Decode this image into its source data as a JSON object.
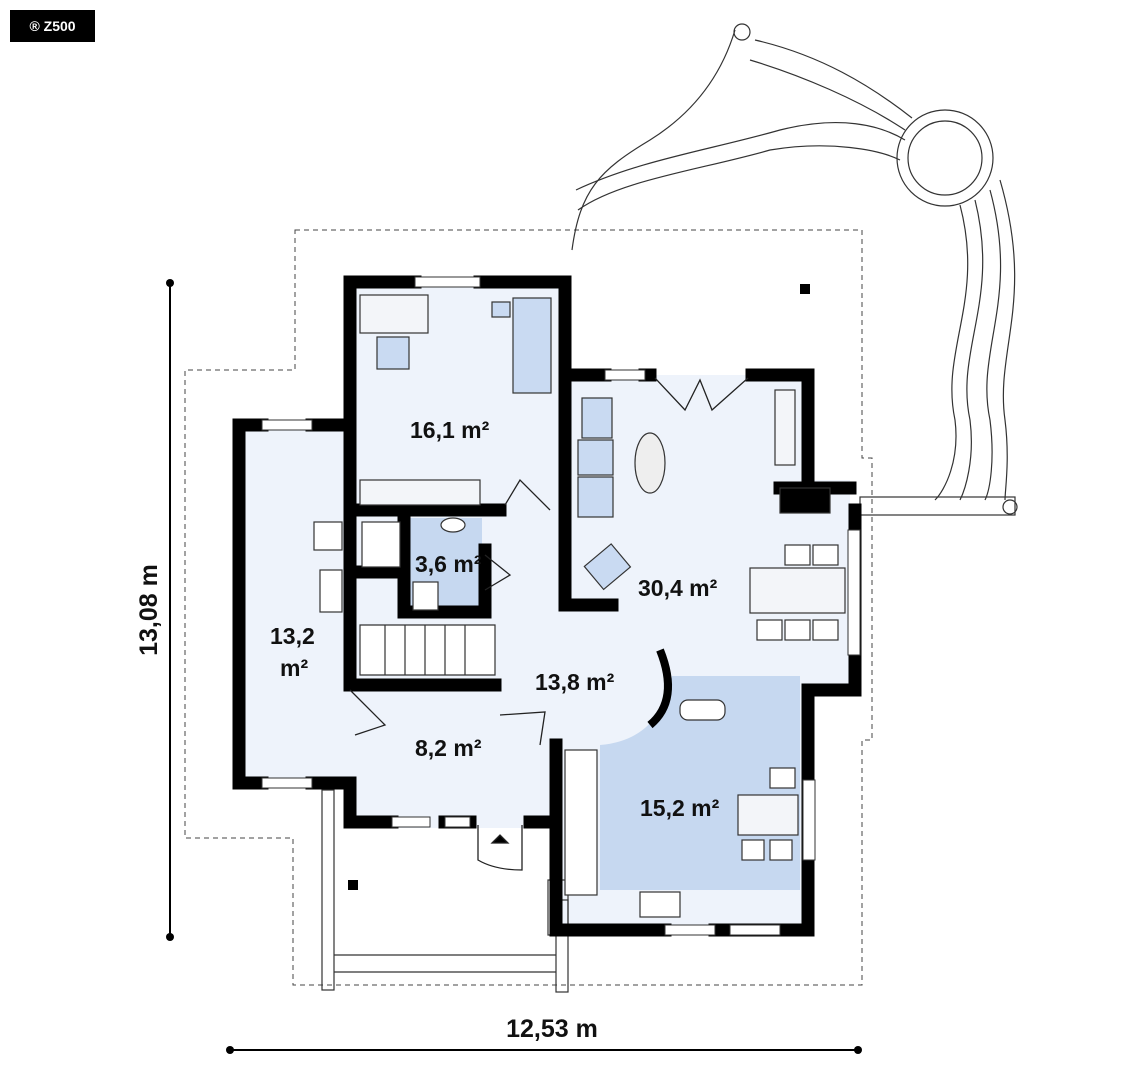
{
  "logo": {
    "text": "® Z500"
  },
  "dimensions": {
    "height": "13,08 m",
    "width": "12,53 m"
  },
  "rooms": [
    {
      "id": "bedroom",
      "area": "16,1",
      "unit": "m²"
    },
    {
      "id": "bathroom",
      "area": "3,6",
      "unit": "m²"
    },
    {
      "id": "living",
      "area": "30,4",
      "unit": "m²"
    },
    {
      "id": "utility",
      "area": "13,2",
      "unit": "m²"
    },
    {
      "id": "hall",
      "area": "13,8",
      "unit": "m²"
    },
    {
      "id": "entrance",
      "area": "8,2",
      "unit": "m²"
    },
    {
      "id": "kitchen",
      "area": "15,2",
      "unit": "m²"
    }
  ],
  "colors": {
    "wall": "#000000",
    "floor": "#eef3fb",
    "accent_room": "#c6d8f0",
    "furniture": "#c9daf2"
  }
}
